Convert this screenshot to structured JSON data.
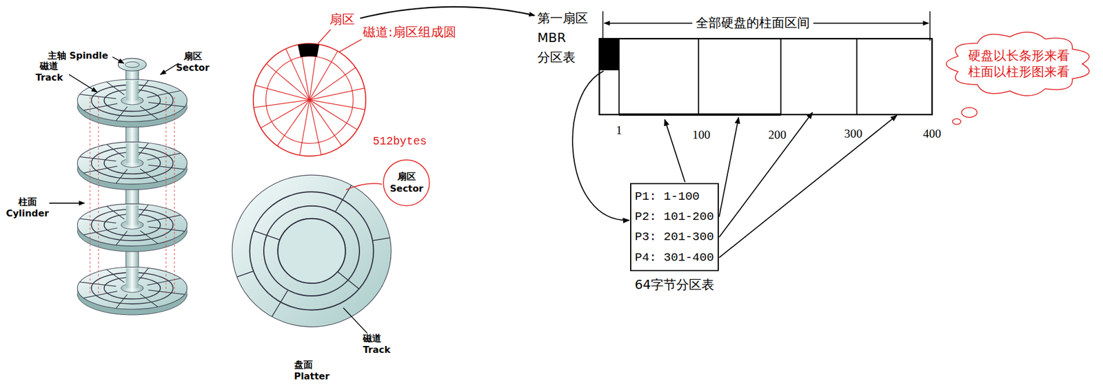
{
  "diagram": {
    "nodes": [
      {
        "text": [
          "扇区 Sector"
        ]
      },
      {
        "text": [
          "硬盘以长条形来看 柱面以柱形图来看"
        ]
      },
      {
        "text": [
          "P1: 1-100",
          "P2: 101-200",
          "P3: 201-300",
          "P4: 301-400",
          "64字节分区表"
        ]
      }
    ],
    "labels": [
      "主轴 Spindle",
      "磁道 Track",
      "扇区 Sector",
      "柱面 Cylinder",
      "扇区",
      "磁道:扇区组成圆",
      "512bytes",
      "磁道 Track",
      "盘面 Platter",
      "第一扇区 MBR 分区表",
      "全部硬盘的柱面区间",
      "1",
      "100",
      "200",
      "300",
      "400"
    ]
  }
}
